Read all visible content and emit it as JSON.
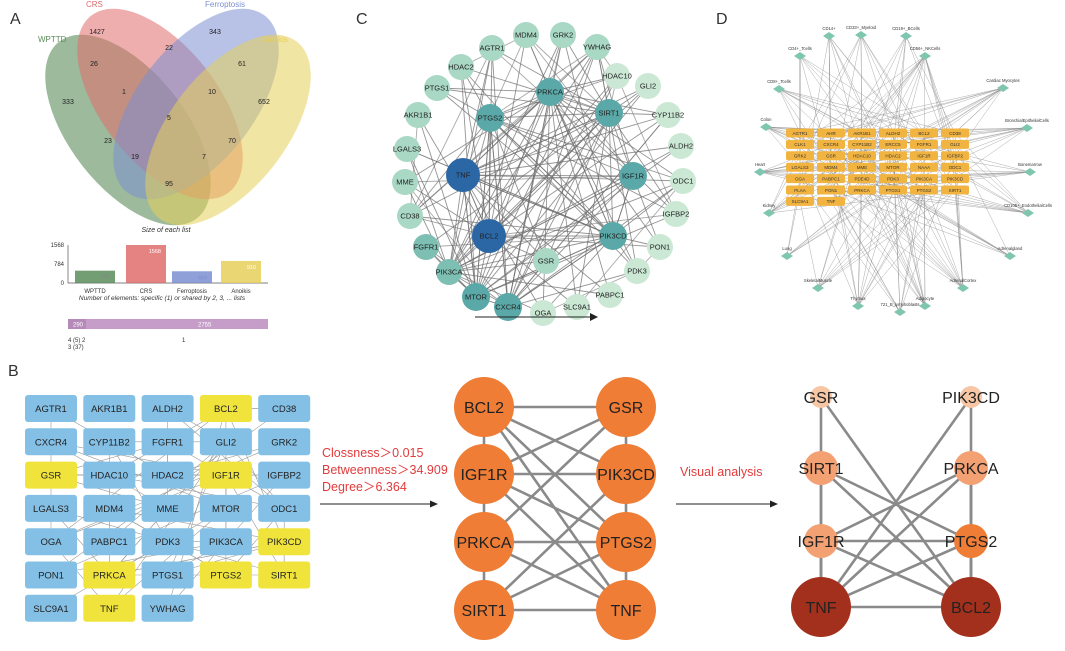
{
  "panels": {
    "a": "A",
    "b": "B",
    "c": "C",
    "d": "D"
  },
  "colors": {
    "wpttd": "#5b8c5a",
    "crs": "#e06c6c",
    "ferro": "#7b8fd1",
    "anoikis": "#e6cf5a",
    "gene_box": "#84c0e6",
    "gene_box_hl": "#f0e43c",
    "node_orange": "#ef7d35",
    "red_text": "#e23b3b",
    "edge": "#8a8a8a",
    "net_d_gene": "#f2b441",
    "net_d_tissue": "#7fc6b0"
  },
  "venn": {
    "sets": [
      {
        "name": "WPTTD",
        "color_key": "wpttd"
      },
      {
        "name": "CRS",
        "color_key": "crs"
      },
      {
        "name": "Ferroptosis",
        "color_key": "ferro"
      },
      {
        "name": "Anoikis",
        "color_key": "anoikis"
      }
    ],
    "regions": [
      "1427",
      "343",
      "333",
      "652",
      "22",
      "26",
      "61",
      "1",
      "10",
      "5",
      "23",
      "70",
      "19",
      "7",
      "95"
    ]
  },
  "barplot": {
    "title": "Size of each list",
    "yticks": [
      "1568",
      "784",
      "0"
    ],
    "bars": [
      {
        "label": "WPTTD",
        "value": 509,
        "value_text": "509",
        "color": "#5b8c5a",
        "text_color": "#888888"
      },
      {
        "label": "CRS",
        "value": 1568,
        "value_text": "1568",
        "color": "#e06c6c",
        "text_color": "#ffffff"
      },
      {
        "label": "Ferroptosis",
        "value": 484,
        "value_text": "484",
        "color": "#7b8fd1",
        "text_color": "#7b8fd1"
      },
      {
        "label": "Anoikis",
        "value": 910,
        "value_text": "910",
        "color": "#e6cf5a",
        "text_color": "#ffffff"
      }
    ],
    "elements_label": "Number of elements: specific (1) or shared by 2, 3, ... lists",
    "shared_bar": [
      {
        "text": "290",
        "frac": 0.09
      },
      {
        "text": "2755",
        "frac": 0.91
      }
    ],
    "shared_ticks": [
      "4 (5) 2",
      "3 (37)",
      "1"
    ]
  },
  "gene_grid": [
    [
      "AGTR1",
      "AKR1B1",
      "ALDH2",
      "BCL2",
      "CD38"
    ],
    [
      "CXCR4",
      "CYP11B2",
      "FGFR1",
      "GLI2",
      "GRK2"
    ],
    [
      "GSR",
      "HDAC10",
      "HDAC2",
      "IGF1R",
      "IGFBP2"
    ],
    [
      "LGALS3",
      "MDM4",
      "MME",
      "MTOR",
      "ODC1"
    ],
    [
      "OGA",
      "PABPC1",
      "PDK3",
      "PIK3CA",
      "PIK3CD"
    ],
    [
      "PON1",
      "PRKCA",
      "PTGS1",
      "PTGS2",
      "SIRT1"
    ],
    [
      "SLC9A1",
      "TNF",
      "YWHAG"
    ]
  ],
  "highlighted_genes": [
    "BCL2",
    "GSR",
    "IGF1R",
    "PIK3CD",
    "PRKCA",
    "PTGS2",
    "SIRT1",
    "TNF"
  ],
  "criteria": [
    "Clossness＞0.015",
    "Betweenness＞34.909",
    "Degree＞6.364"
  ],
  "visual_analysis": "Visual analysis",
  "hub_network": {
    "left": [
      "BCL2",
      "IGF1R",
      "PRKCA",
      "SIRT1"
    ],
    "right": [
      "GSR",
      "PIK3CD",
      "PTGS2",
      "TNF"
    ]
  },
  "final_network": {
    "nodes": [
      {
        "label": "GSR",
        "color": "#f7c6a4",
        "size": "small"
      },
      {
        "label": "PIK3CD",
        "color": "#f7c6a4",
        "size": "small"
      },
      {
        "label": "SIRT1",
        "color": "#f3a173",
        "size": "medium"
      },
      {
        "label": "PRKCA",
        "color": "#f3a173",
        "size": "medium"
      },
      {
        "label": "IGF1R",
        "color": "#f3a173",
        "size": "medium"
      },
      {
        "label": "PTGS2",
        "color": "#ef7d35",
        "size": "medium"
      },
      {
        "label": "TNF",
        "color": "#a3301c",
        "size": "large"
      },
      {
        "label": "BCL2",
        "color": "#a3301c",
        "size": "large"
      }
    ]
  },
  "ppi_network": {
    "nodes": [
      {
        "label": "MDM4",
        "tone": "pale"
      },
      {
        "label": "GRK2",
        "tone": "pale"
      },
      {
        "label": "YWHAG",
        "tone": "pale"
      },
      {
        "label": "AGTR1",
        "tone": "pale"
      },
      {
        "label": "HDAC10",
        "tone": "paler"
      },
      {
        "label": "HDAC2",
        "tone": "pale"
      },
      {
        "label": "GLI2",
        "tone": "paler"
      },
      {
        "label": "PTGS1",
        "tone": "pale"
      },
      {
        "label": "PRKCA",
        "tone": "mid"
      },
      {
        "label": "CYP11B2",
        "tone": "paler"
      },
      {
        "label": "SIRT1",
        "tone": "mid"
      },
      {
        "label": "PTGS2",
        "tone": "mid"
      },
      {
        "label": "AKR1B1",
        "tone": "pale"
      },
      {
        "label": "ALDH2",
        "tone": "paler"
      },
      {
        "label": "LGALS3",
        "tone": "pale"
      },
      {
        "label": "TNF",
        "tone": "dark"
      },
      {
        "label": "IGF1R",
        "tone": "mid"
      },
      {
        "label": "MME",
        "tone": "pale"
      },
      {
        "label": "ODC1",
        "tone": "paler"
      },
      {
        "label": "IGFBP2",
        "tone": "paler"
      },
      {
        "label": "CD38",
        "tone": "pale"
      },
      {
        "label": "BCL2",
        "tone": "dark"
      },
      {
        "label": "PIK3CD",
        "tone": "mid"
      },
      {
        "label": "FGFR1",
        "tone": "midpale"
      },
      {
        "label": "PON1",
        "tone": "paler"
      },
      {
        "label": "GSR",
        "tone": "pale"
      },
      {
        "label": "PIK3CA",
        "tone": "midpale"
      },
      {
        "label": "PDK3",
        "tone": "paler"
      },
      {
        "label": "MTOR",
        "tone": "mid"
      },
      {
        "label": "PABPC1",
        "tone": "paler"
      },
      {
        "label": "SLC9A1",
        "tone": "paler"
      },
      {
        "label": "CXCR4",
        "tone": "mid"
      },
      {
        "label": "OGA",
        "tone": "paler"
      }
    ]
  },
  "tissue_network": {
    "genes": [
      "AGTR1",
      "AHR",
      "AKR1B1",
      "ALDH2",
      "BCL2",
      "CD38",
      "CLK1",
      "CXCR4",
      "CYP11B2",
      "ERCC5",
      "FGFR1",
      "GLI2",
      "GRK2",
      "GSR",
      "HDAC10",
      "HDAC2",
      "IGF1R",
      "IGFBP2",
      "LGALS3",
      "MDM4",
      "MME",
      "MTOR",
      "NAAA",
      "ODC1",
      "OGA",
      "PABPC1",
      "PDE4D",
      "PDK3",
      "PIK3CA",
      "PIK3CD",
      "PLAA",
      "PON1",
      "PRKCA",
      "PTGS1",
      "PTGS2",
      "SIRT1",
      "SLC9A1",
      "TNF"
    ],
    "tissues": [
      "CD33+_Myeloid",
      "CD14+",
      "CD19+_BCells",
      "CD4+_Tcells",
      "CD56+_NKCells",
      "CD8+_Tcells",
      "Cardiac Myocytes",
      "Colon",
      "BronchialEpithelialCells",
      "Heart",
      "Bonemarrow",
      "Kidney",
      "CD105+_EndothelialCells",
      "Lung",
      "Adrenalgland",
      "SkeletalMuscle",
      "AdrenalCortex",
      "Thymus",
      "721_B_lymphoblasts",
      "Adipocyte"
    ]
  }
}
